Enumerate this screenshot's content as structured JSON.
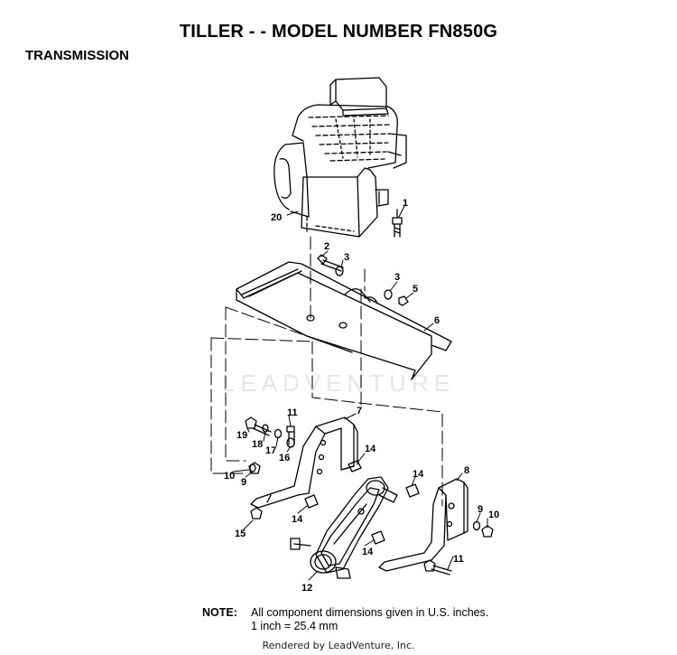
{
  "header": {
    "title": "TILLER - - MODEL NUMBER FN850G",
    "section": "TRANSMISSION"
  },
  "watermark": "LEADVENTURE",
  "callouts": {
    "p1": "1",
    "p2": "2",
    "p3a": "3",
    "p3b": "3",
    "p5": "5",
    "p6": "6",
    "p7": "7",
    "p8": "8",
    "p9a": "9",
    "p9b": "9",
    "p10a": "10",
    "p10b": "10",
    "p11a": "11",
    "p11b": "11",
    "p12": "12",
    "p14a": "14",
    "p14b": "14",
    "p14c": "14",
    "p14d": "14",
    "p15": "15",
    "p16": "16",
    "p17": "17",
    "p18": "18",
    "p19": "19",
    "p20": "20"
  },
  "note": {
    "label": "NOTE:",
    "line1": "All component dimensions given in U.S. inches.",
    "line2": "1 inch = 25.4 mm"
  },
  "footer": "Rendered by LeadVenture, Inc."
}
